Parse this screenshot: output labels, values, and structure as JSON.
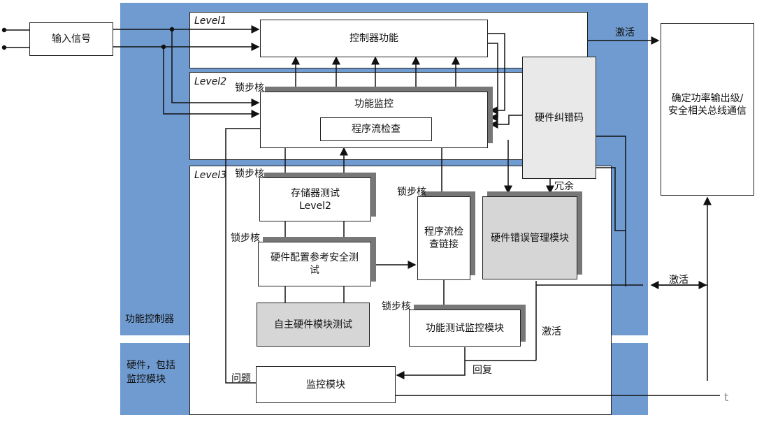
{
  "nodes": {
    "input_signal": "输入信号",
    "controller_function": "控制器功能",
    "function_monitor": "功能监控",
    "program_flow_check": "程序流检查",
    "hw_ecc": "硬件纠错码",
    "memory_test": "存储器测试\nLevel2",
    "hw_config_test": "硬件配置参考安全测\n试",
    "autonomous_hw_test": "自主硬件模块测试",
    "program_flow_link": "程序流检\n查链接",
    "hw_error_mgmt": "硬件错误管理模块",
    "func_test_monitor": "功能测试监控模块",
    "monitor_module": "监控模块",
    "power_output": "确定功率输出级/\n安全相关总线通信"
  },
  "levels": {
    "level1": "Level1",
    "level2": "Level2",
    "level3": "Level3"
  },
  "regions": {
    "function_controller": "功能控制器",
    "hardware_incl_monitor": "硬件，包括\n监控模块"
  },
  "labels": {
    "activate_top": "激活",
    "activate_right": "激活",
    "activate_mid": "激活",
    "lockstep_1": "锁步核",
    "lockstep_2": "锁步核",
    "lockstep_3": "锁步核",
    "lockstep_4": "锁步核",
    "lockstep_5": "锁步核",
    "redundant": "冗余",
    "reply": "回复",
    "problem": "问题"
  },
  "colors": {
    "region_blue": "#6f9bd0",
    "shadow": "#777777",
    "grey_fill": "#d6d6d6"
  }
}
